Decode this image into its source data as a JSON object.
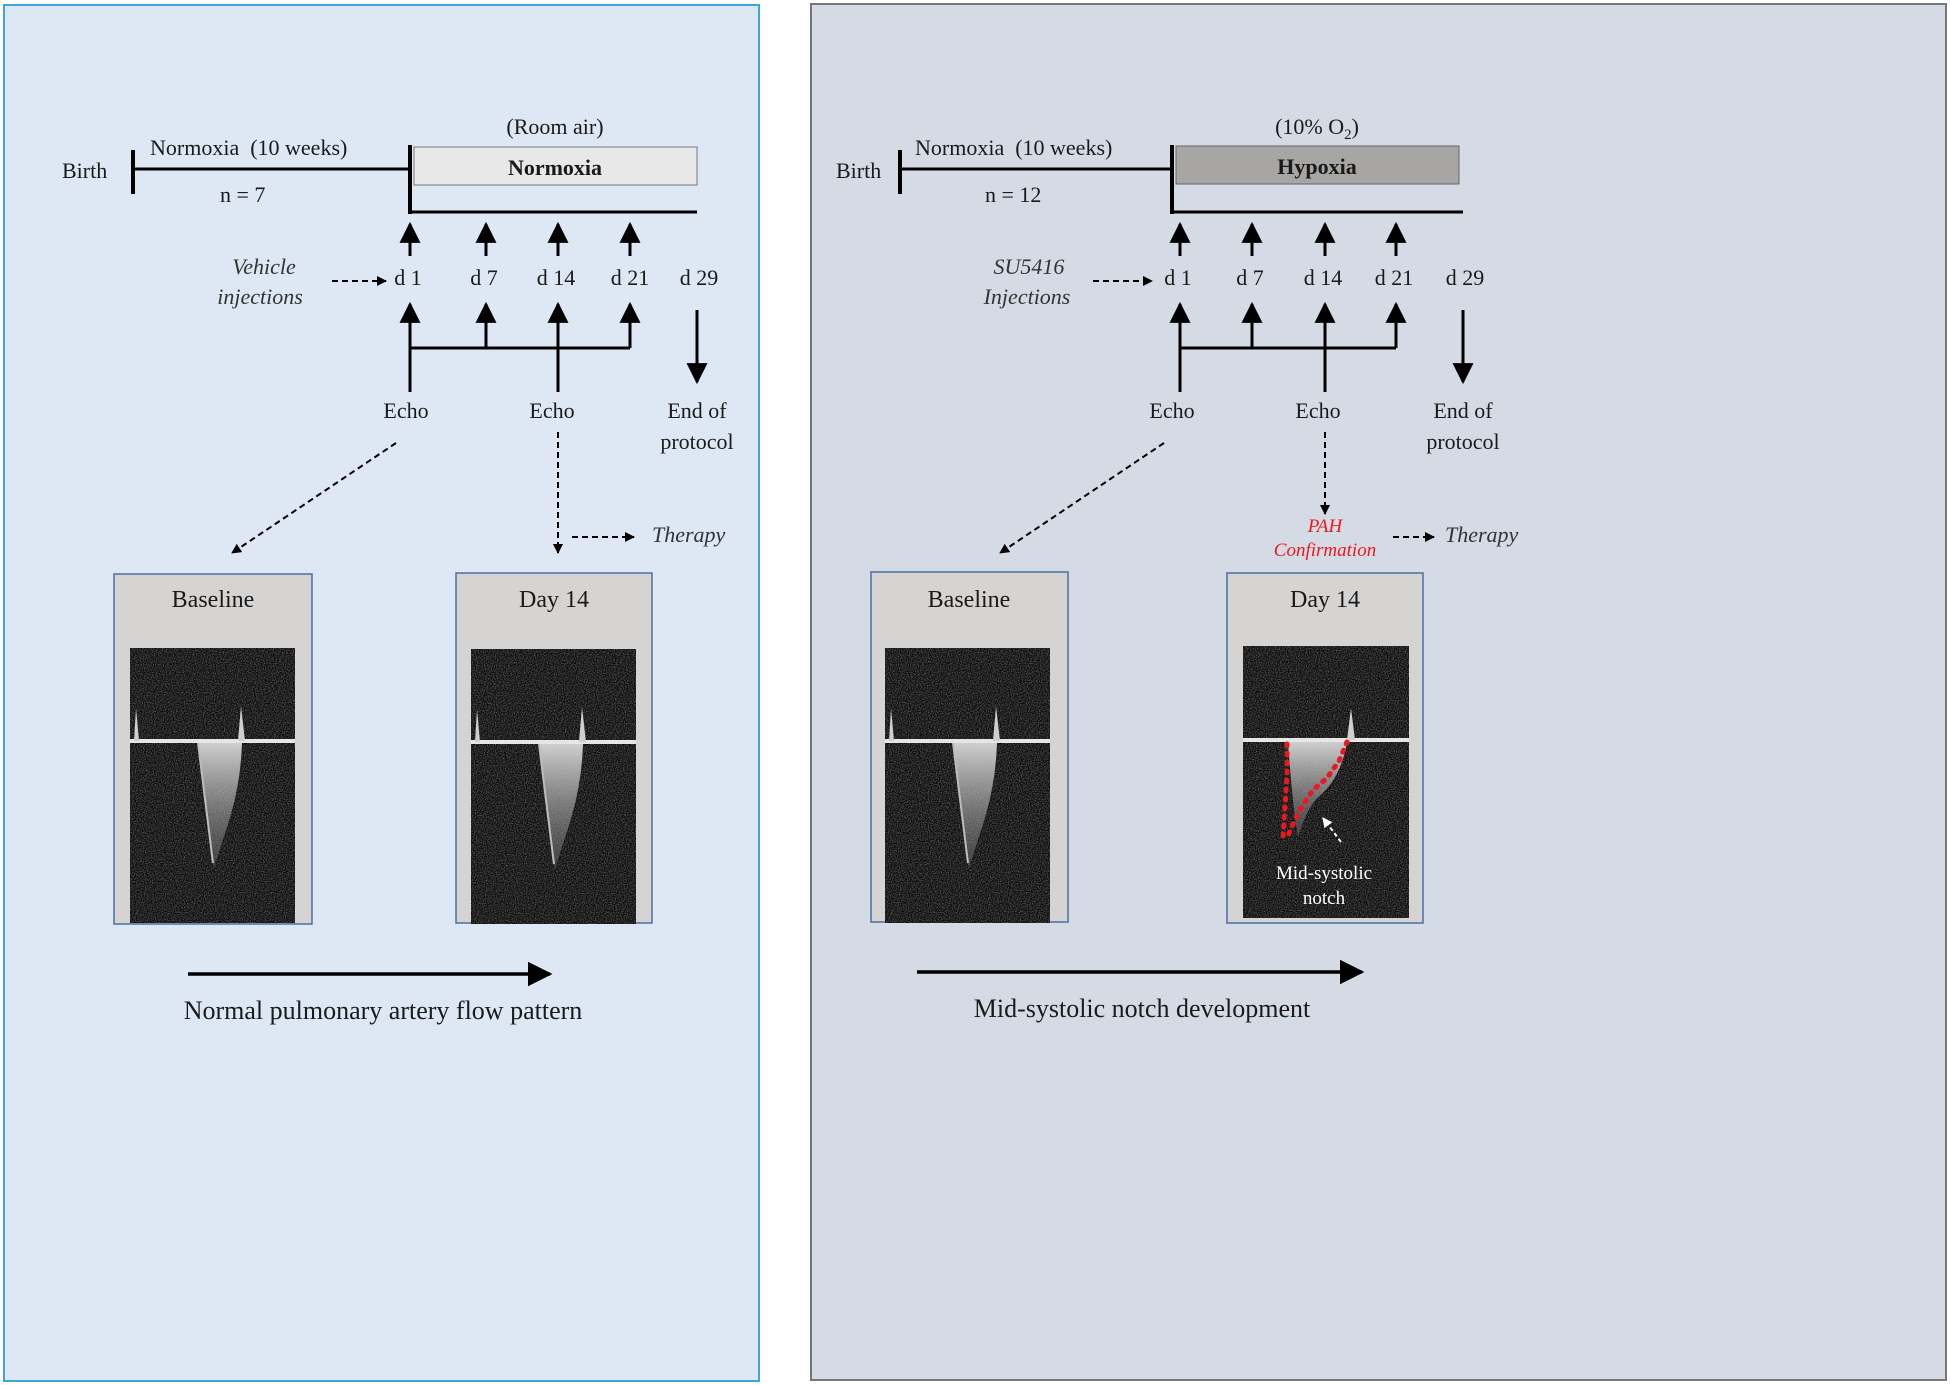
{
  "colors": {
    "left_panel_bg": "#dde8f4",
    "left_panel_border": "#3ea6d8",
    "right_panel_bg": "#d5dbe4",
    "right_panel_border": "#777777",
    "normoxia_box": "#e8e8e8",
    "hypoxia_box": "#a8a6a4",
    "image_frame_bg": "#d6d4d2",
    "image_frame_border": "#4a6fa5",
    "highlight_red": "#e8191f"
  },
  "left": {
    "birth": "Birth",
    "normoxia_period": "Normoxia  (10 weeks)",
    "n": "n = 7",
    "condition_note": "(Room air)",
    "condition": "Normoxia",
    "injection_line1": "Vehicle",
    "injection_line2": "injections",
    "days": [
      "d 1",
      "d 7",
      "d 14",
      "d 21",
      "d 29"
    ],
    "echo1": "Echo",
    "echo2": "Echo",
    "end_line1": "End of",
    "end_line2": "protocol",
    "therapy": "Therapy",
    "frame1_title": "Baseline",
    "frame2_title": "Day 14",
    "caption": "Normal pulmonary artery flow pattern"
  },
  "right": {
    "birth": "Birth",
    "normoxia_period": "Normoxia  (10 weeks)",
    "n": "n = 12",
    "condition_note": "(10% O",
    "condition_note_sub": "2",
    "condition_note_end": ")",
    "condition": "Hypoxia",
    "injection_line1": "SU5416",
    "injection_line2": "Injections",
    "days": [
      "d 1",
      "d 7",
      "d 14",
      "d 21",
      "d 29"
    ],
    "echo1": "Echo",
    "echo2": "Echo",
    "end_line1": "End of",
    "end_line2": "protocol",
    "confirm_line1": "PAH",
    "confirm_line2": "Confirmation",
    "therapy": "Therapy",
    "frame1_title": "Baseline",
    "frame2_title": "Day 14",
    "notch_line1": "Mid-systolic",
    "notch_line2": "notch",
    "caption": "Mid-systolic notch development"
  }
}
